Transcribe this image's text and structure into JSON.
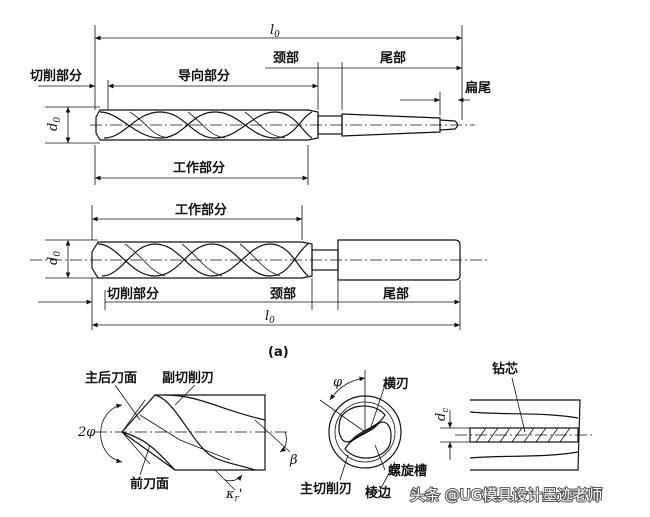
{
  "top_view": {
    "l0": "l",
    "l0_sub": "0",
    "cutting_part": "切削部分",
    "guide_part": "导向部分",
    "neck": "颈部",
    "tail": "尾部",
    "flat_tail": "扁尾",
    "d0": "d",
    "d0_sub": "0",
    "working_part": "工作部分"
  },
  "bottom_view": {
    "working_part": "工作部分",
    "d0": "d",
    "d0_sub": "0",
    "cutting_part": "切削部分",
    "neck": "颈部",
    "tail": "尾部",
    "l0": "l",
    "l0_sub": "0"
  },
  "caption": "(a)",
  "detail_left": {
    "main_flank": "主后刀面",
    "minor_edge": "副切削刃",
    "two_phi": "2φ",
    "beta": "β",
    "rake_face": "前刀面",
    "kr": "κ",
    "kr_sub": "r",
    "kr_prime": "'"
  },
  "detail_mid": {
    "phi": "φ",
    "chisel_edge": "横刃",
    "main_edge": "主切削刃",
    "flute": "螺旋槽",
    "margin": "棱边"
  },
  "detail_right": {
    "core": "钻芯",
    "dc": "d",
    "dc_sub": "c"
  },
  "watermark": "头条 @UG模具设计墨迹老师"
}
